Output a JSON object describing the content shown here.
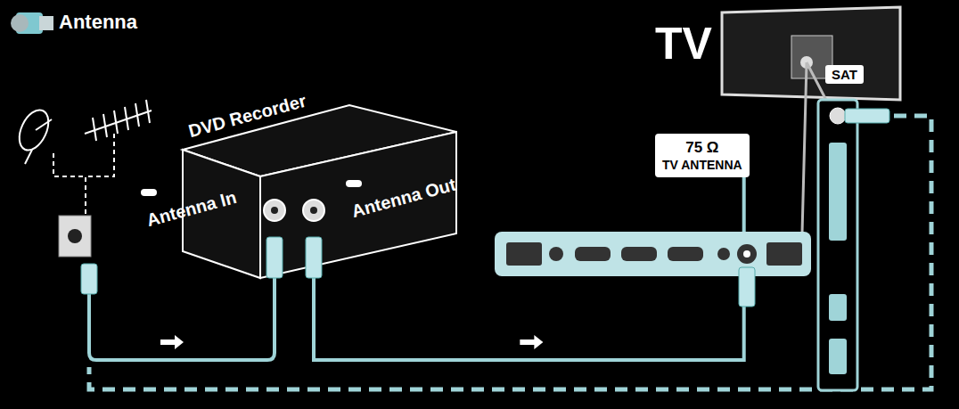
{
  "diagram": {
    "nodes": [
      {
        "text": [
          "DVD Recorder"
        ]
      },
      {
        "text": [
          "Antenna In"
        ],
        "in": 0
      },
      {
        "text": [
          "Antenna Out"
        ],
        "in": 0
      },
      {
        "text": [
          "75 Ω",
          "TV ANTENNA"
        ]
      },
      {
        "text": [
          "TV"
        ]
      },
      {
        "text": [
          "SAT"
        ]
      }
    ],
    "edges": [
      {
        "from": 2,
        "to": 3,
        "arrow": "to"
      }
    ],
    "labels": [
      "Antenna"
    ]
  }
}
